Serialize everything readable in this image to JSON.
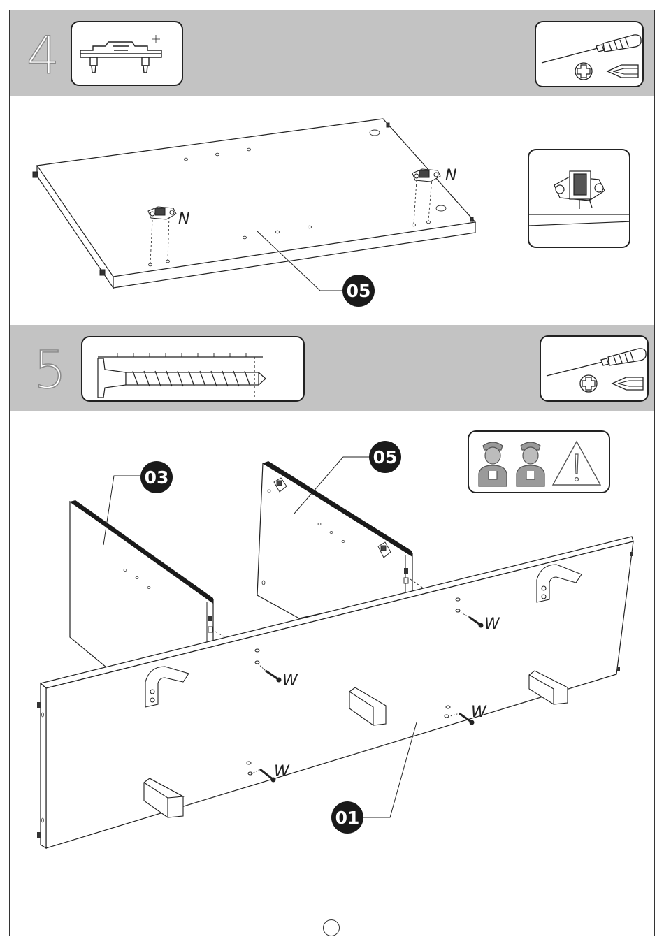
{
  "steps": [
    {
      "number": "4",
      "part_label": "05",
      "fitting_label": "N",
      "tools": [
        "screwdriver-icon",
        "phillips-tip-icon",
        "flat-tip-icon"
      ]
    },
    {
      "number": "5",
      "parts": {
        "left_panel": "03",
        "center_panel": "05",
        "base_panel": "01"
      },
      "screw_label": "W",
      "tools": [
        "screwdriver-icon",
        "phillips-tip-icon",
        "flat-tip-icon"
      ],
      "notice_icons": [
        "two-person-icon",
        "warning-icon"
      ]
    }
  ],
  "colors": {
    "band": "#c3c3c3",
    "badge": "#1a1a1a",
    "line": "#222222"
  }
}
